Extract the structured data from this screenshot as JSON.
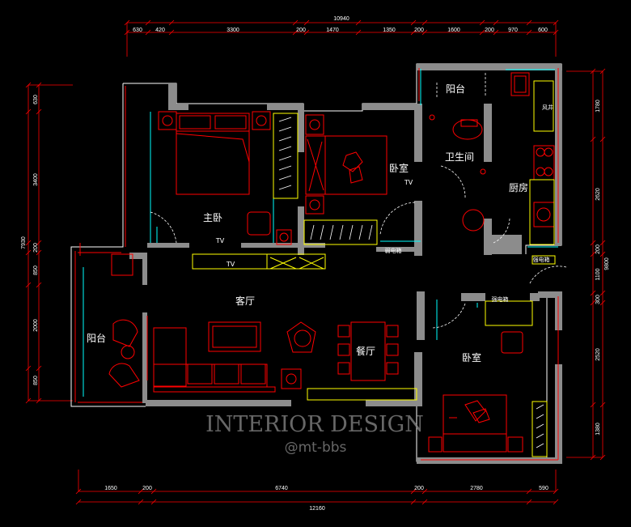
{
  "title_overall_top": "10940",
  "top_dims": [
    "630",
    "420",
    "3300",
    "200",
    "1470",
    "1350",
    "200",
    "1600",
    "200",
    "970",
    "600"
  ],
  "bottom_dims": [
    "1650",
    "200",
    "6740",
    "200",
    "2780",
    "590"
  ],
  "title_overall_bottom": "12160",
  "left_overall": "7930",
  "left_dims": [
    "630",
    "3400",
    "200",
    "850",
    "2000",
    "850"
  ],
  "right_overall": "9800",
  "right_dims": [
    "1780",
    "2620",
    "200",
    "1100",
    "300",
    "2520",
    "1380"
  ],
  "rooms": {
    "balcony_top": "阳台",
    "bathroom": "卫生间",
    "kitchen": "厨房",
    "bedroom_n": "卧室",
    "master": "主卧",
    "living": "客厅",
    "balcony_w": "阳台",
    "dining": "餐厅",
    "bedroom_s": "卧室"
  },
  "labels": {
    "tv1": "TV",
    "tv2": "TV",
    "tv3": "TV",
    "fan": "风井",
    "cab1": "弱电箱",
    "cab2": "强电箱",
    "cab3": "强电箱"
  },
  "watermark": {
    "title": "INTERIOR DESIGN",
    "sub": "@mt-bbs"
  },
  "colors": {
    "wall": "#8c8c8c",
    "dim_line": "#ff0000",
    "furniture": "#ff0000",
    "cabinet": "#ffff00",
    "glass": "#00ffff",
    "text": "#ffffff"
  }
}
